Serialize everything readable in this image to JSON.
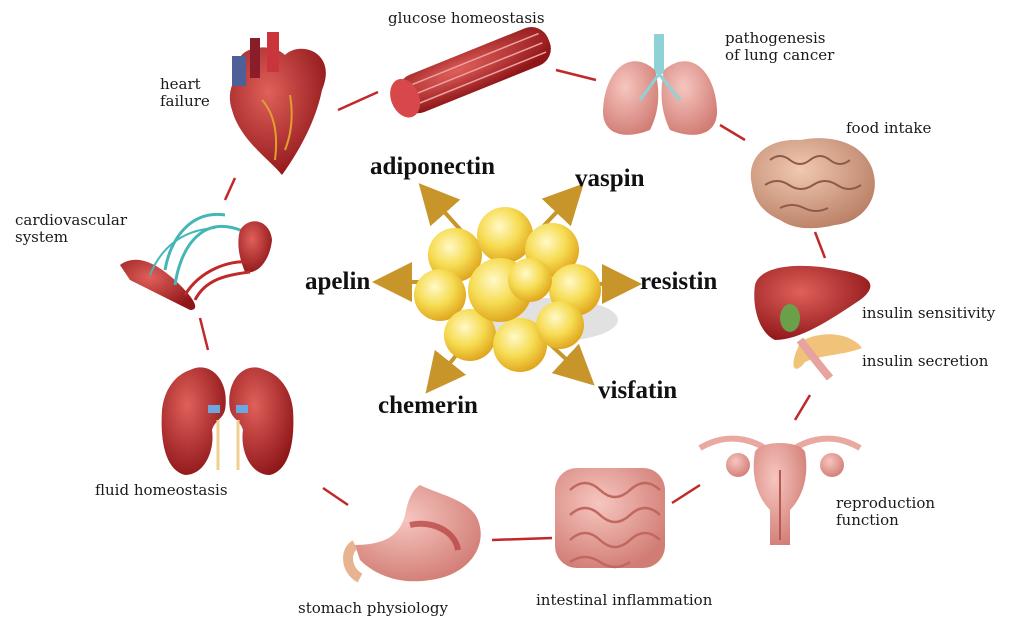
{
  "center": {
    "tissue_icon": "adipose-tissue-icon"
  },
  "hormones": {
    "adiponectin": "adiponectin",
    "vaspin": "vaspin",
    "apelin": "apelin",
    "resistin": "resistin",
    "chemerin": "chemerin",
    "visfatin": "visfatin"
  },
  "organs": {
    "heart": {
      "label_line1": "heart",
      "label_line2": "failure",
      "icon": "heart-icon"
    },
    "muscle": {
      "label": "glucose homeostasis",
      "icon": "muscle-fiber-icon"
    },
    "lungs": {
      "label_line1": "pathogenesis",
      "label_line2": "of lung cancer",
      "icon": "lungs-icon"
    },
    "brain": {
      "label": "food intake",
      "icon": "brain-icon"
    },
    "liver": {
      "label1": "insulin sensitivity",
      "label2": "insulin secretion",
      "icon": "liver-pancreas-icon"
    },
    "uterus": {
      "label_line1": "reproduction",
      "label_line2": "function",
      "icon": "uterus-icon"
    },
    "intestine": {
      "label": "intestinal inflammation",
      "icon": "intestine-icon"
    },
    "stomach": {
      "label": "stomach physiology",
      "icon": "stomach-icon"
    },
    "kidneys": {
      "label": "fluid homeostasis",
      "icon": "kidneys-icon"
    },
    "vessels": {
      "label_line1": "cardiovascular",
      "label_line2": "system",
      "icon": "blood-vessel-icon"
    }
  },
  "colors": {
    "ring": "#c0282a",
    "arrow": "#c8952a",
    "fat": "#f5d94a",
    "organ_red": "#c0282a"
  }
}
